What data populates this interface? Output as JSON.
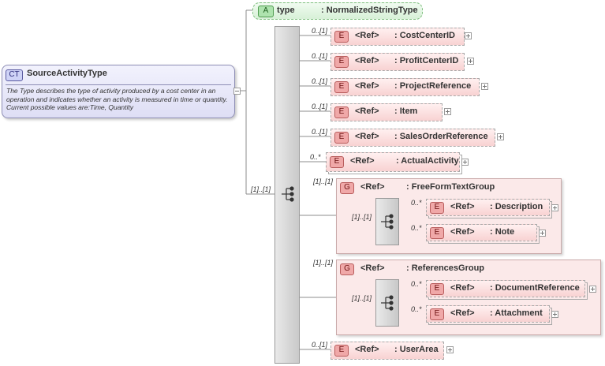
{
  "complex_type": {
    "tag": "CT",
    "name": "SourceActivityType",
    "description": "The Type describes the type of activity produced by a cost center in an operation and indicates whether an activity is measured in time or quantity. Current possible values are:Time, Quantity"
  },
  "attribute": {
    "tag": "A",
    "name": "type",
    "type": ": NormalizedStringType"
  },
  "sequence_occurrence": "[1]..[1]",
  "ref_label": "<Ref>",
  "element_tag": "E",
  "group_tag": "G",
  "elements": [
    {
      "occurrence": "0..[1]",
      "name": ": CostCenterID"
    },
    {
      "occurrence": "0..[1]",
      "name": ": ProfitCenterID"
    },
    {
      "occurrence": "0..[1]",
      "name": ": ProjectReference"
    },
    {
      "occurrence": "0..[1]",
      "name": ": Item"
    },
    {
      "occurrence": "0..[1]",
      "name": ": SalesOrderReference"
    },
    {
      "occurrence": "0..*",
      "name": ": ActualActivity"
    }
  ],
  "groups": [
    {
      "occurrence": "[1]..[1]",
      "name": ": FreeFormTextGroup",
      "sequence_occurrence": "[1]..[1]",
      "children": [
        {
          "occurrence": "0..*",
          "name": ": Description"
        },
        {
          "occurrence": "0..*",
          "name": ": Note"
        }
      ]
    },
    {
      "occurrence": "[1]..[1]",
      "name": ": ReferencesGroup",
      "sequence_occurrence": "[1]..[1]",
      "children": [
        {
          "occurrence": "0..*",
          "name": ": DocumentReference"
        },
        {
          "occurrence": "0..*",
          "name": ": Attachment"
        }
      ]
    }
  ],
  "last_element": {
    "occurrence": "0..[1]",
    "name": ": UserArea"
  },
  "colors": {
    "complex_type_bg": "#e6e6f8",
    "attribute_bg": "#dff3df",
    "element_bg": "#fbe0e0",
    "group_bg": "#fbe9e9",
    "line": "#8c8c8c"
  }
}
